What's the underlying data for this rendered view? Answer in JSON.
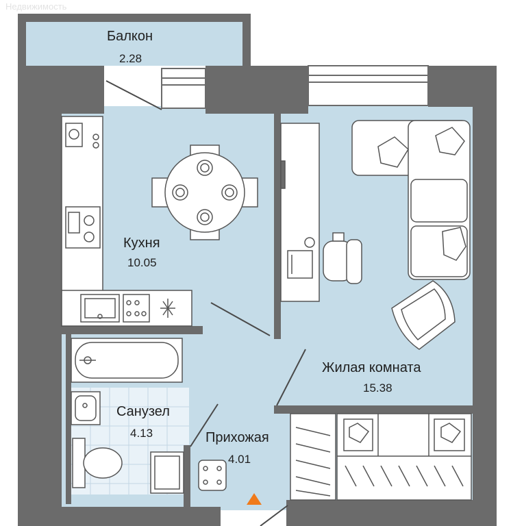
{
  "watermark": "Недвижимость",
  "rooms": {
    "balcony": {
      "name": "Балкон",
      "area": "2.28"
    },
    "kitchen": {
      "name": "Кухня",
      "area": "10.05"
    },
    "living": {
      "name": "Жилая комната",
      "area": "15.38"
    },
    "bathroom": {
      "name": "Санузел",
      "area": "4.13"
    },
    "hallway": {
      "name": "Прихожая",
      "area": "4.01"
    }
  },
  "colors": {
    "wall": "#6b6b6b",
    "floor": "#c5dce8",
    "bath_tile": "#e9f2f8",
    "entrance_marker": "#f07a1a"
  },
  "icons": [
    "entrance-arrow-icon",
    "sofa-icon",
    "armchair-icon",
    "dining-table-icon",
    "desk-icon",
    "laptop-icon",
    "office-chair-icon",
    "stove-icon",
    "kitchen-sink-icon",
    "bathtub-icon",
    "washbasin-icon",
    "toilet-icon",
    "washing-machine-icon",
    "wardrobe-icon"
  ]
}
